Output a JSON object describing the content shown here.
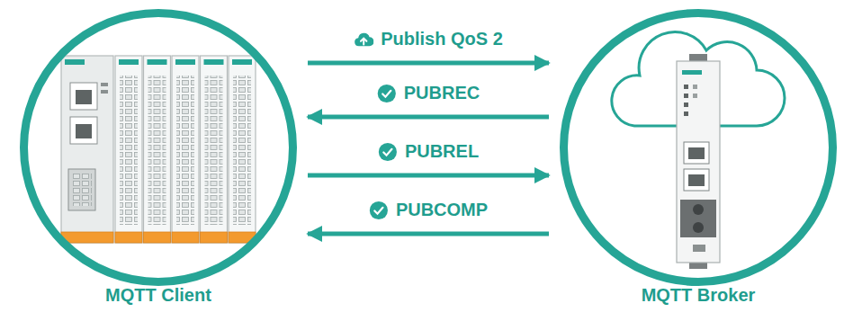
{
  "diagram": {
    "nodes": [
      {
        "text": [
          "MQTT Client"
        ]
      },
      {
        "text": [
          "MQTT Broker"
        ]
      }
    ],
    "edges": [
      {
        "from": 0,
        "to": 1,
        "label": "Publish QoS 2",
        "arrow": "to"
      },
      {
        "from": 1,
        "to": 0,
        "label": "PUBREC",
        "arrow": "to"
      },
      {
        "from": 0,
        "to": 1,
        "label": "PUBREL",
        "arrow": "to"
      },
      {
        "from": 1,
        "to": 0,
        "label": "PUBCOMP",
        "arrow": "to"
      }
    ]
  }
}
